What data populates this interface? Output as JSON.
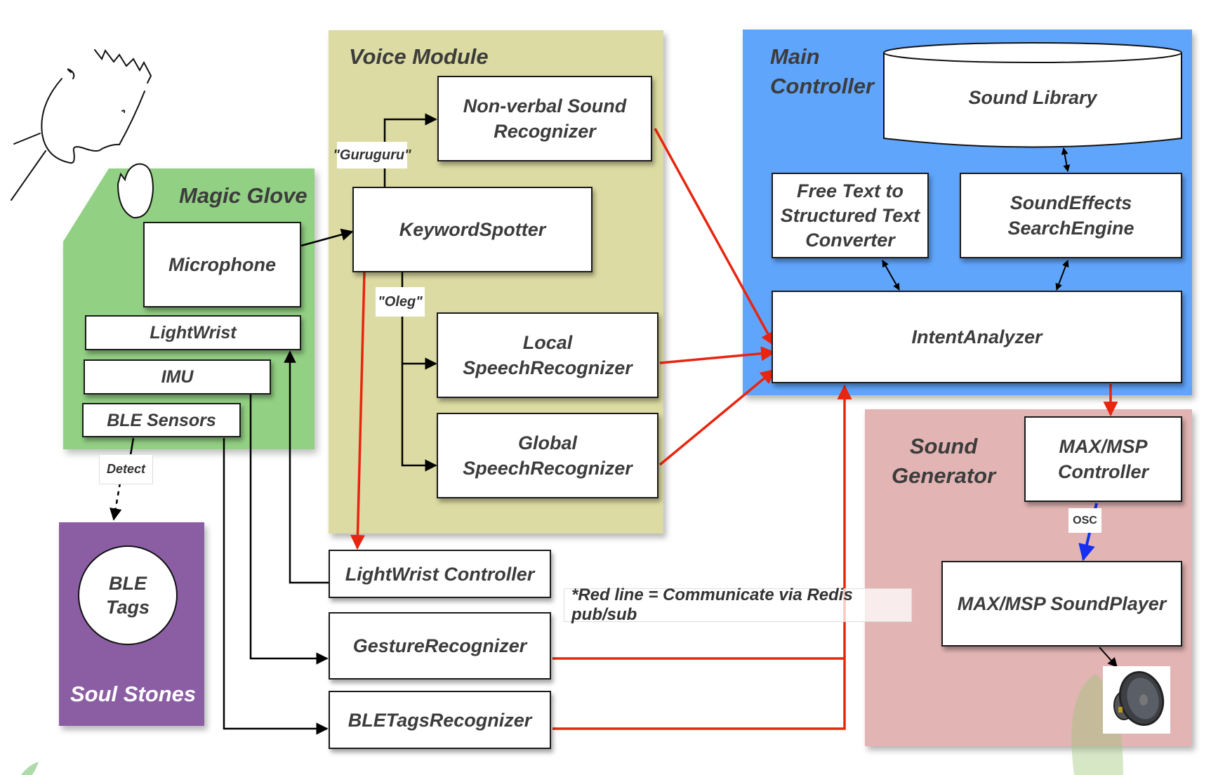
{
  "colors": {
    "magic_glove": "#92d083",
    "voice_module": "#dcdba3",
    "main_controller": "#60a5fc",
    "sound_generator": "#e2b4b3",
    "soul_stones": "#8b5ea3",
    "redis_line": "#e8250f",
    "osc_line": "#1530f0",
    "black_line": "#000000"
  },
  "panels": {
    "magic_glove": "Magic Glove",
    "voice_module": "Voice Module",
    "main_controller": "Main\nController",
    "sound_generator": "Sound\nGenerator",
    "soul_stones": "Soul Stones"
  },
  "components": {
    "microphone": "Microphone",
    "lightwrist": "LightWrist",
    "imu": "IMU",
    "ble_sensors": "BLE Sensors",
    "ble_tags": "BLE\nTags",
    "non_verbal": "Non-verbal Sound\nRecognizer",
    "keyword_spotter": "KeywordSpotter",
    "local_speech": "Local\nSpeechRecognizer",
    "global_speech": "Global\nSpeechRecognizer",
    "lightwrist_controller": "LightWrist Controller",
    "gesture_recognizer": "GestureRecognizer",
    "bletags_recognizer": "BLETagsRecognizer",
    "sound_library": "Sound Library",
    "free_text_converter": "Free Text to\nStructured Text\nConverter",
    "soundeffects_search": "SoundEffects\nSearchEngine",
    "intent_analyzer": "IntentAnalyzer",
    "maxmsp_controller": "MAX/MSP\nController",
    "maxmsp_soundplayer": "MAX/MSP SoundPlayer"
  },
  "edge_labels": {
    "guruguru": "\"Guruguru\"",
    "oleg": "\"Oleg\"",
    "detect": "Detect",
    "osc": "OSC"
  },
  "note": "*Red line = Communicate via Redis pub/sub",
  "icons": {
    "person": "person-sketch-icon",
    "speech_bubble": "speech-bubble-icon",
    "speaker": "speaker-icon"
  }
}
